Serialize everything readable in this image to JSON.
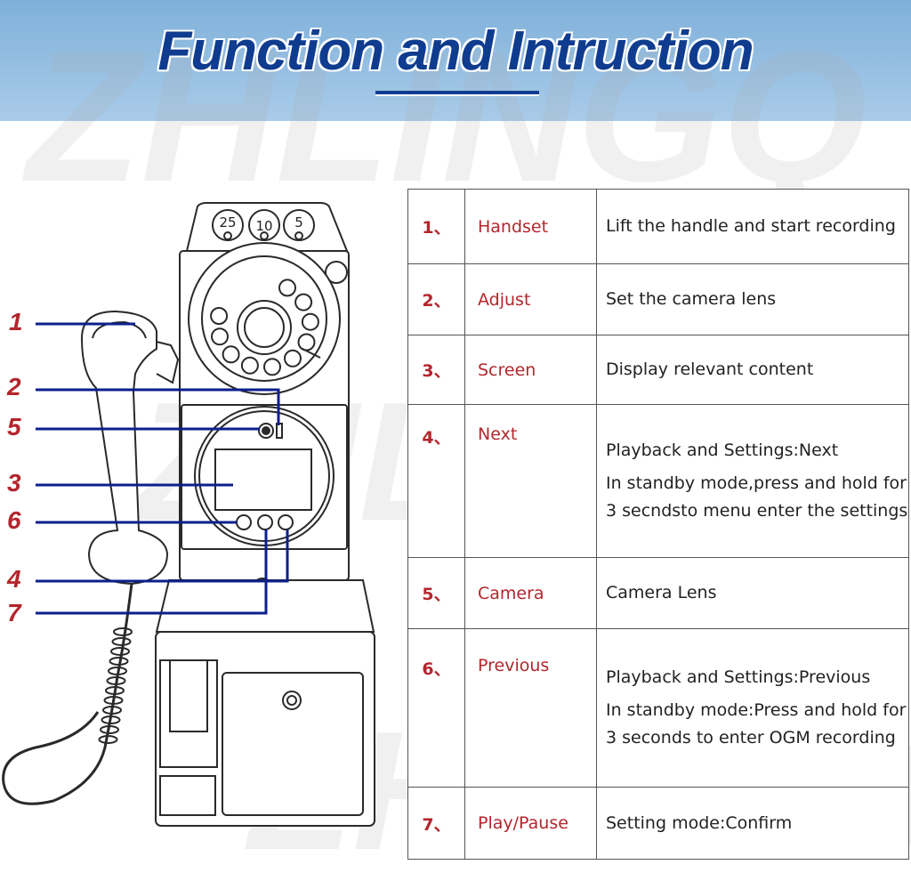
{
  "header": {
    "title": "Function and Intruction",
    "watermark": "ZHLINGQ"
  },
  "coins": [
    "25",
    "10",
    "5"
  ],
  "callouts": [
    "1",
    "2",
    "5",
    "3",
    "6",
    "4",
    "7"
  ],
  "rows": [
    {
      "num": "1、",
      "name": "Handset",
      "desc": "Lift the handle and start recording",
      "desc2": ""
    },
    {
      "num": "2、",
      "name": "Adjust",
      "desc": "Set the camera lens",
      "desc2": ""
    },
    {
      "num": "3、",
      "name": "Screen",
      "desc": "Display relevant content",
      "desc2": ""
    },
    {
      "num": "4、",
      "name": "Next",
      "desc": "Playback and Settings:Next",
      "desc2": "In standby mode,press and hold for 3 secndsto menu enter  the settings"
    },
    {
      "num": "5、",
      "name": "Camera",
      "desc": "Camera Lens",
      "desc2": ""
    },
    {
      "num": "6、",
      "name": "Previous",
      "desc": "Playback and Settings:Previous",
      "desc2": "In standby mode:Press and hold for 3 seconds to enter OGM recording"
    },
    {
      "num": "7、",
      "name": "Play/Pause",
      "desc": "Setting mode:Confirm",
      "desc2": ""
    }
  ],
  "colors": {
    "banner": "#8fbbe0",
    "title": "#0f3c8f",
    "accent": "#b3262d",
    "leader": "#0d1f8c"
  }
}
